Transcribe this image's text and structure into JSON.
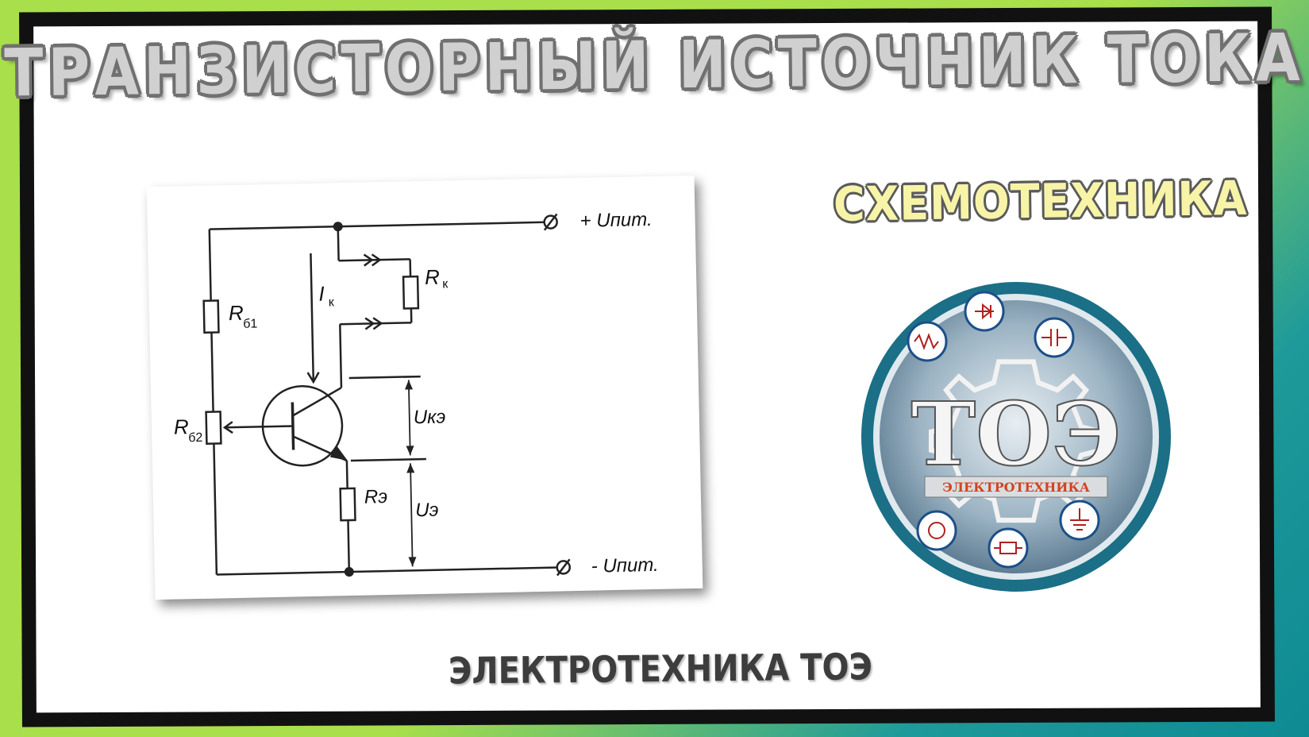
{
  "title": "ТРАНЗИСТОРНЫЙ ИСТОЧНИК ТОКА",
  "subtitle": "СХЕМОТЕХНИКА",
  "footer": "ЭЛЕКТРОТЕХНИКА ТОЭ",
  "colors": {
    "green_bg": "#a9df4a",
    "teal_bg": "#1e9a9a",
    "logo_ring": "#1b6f86"
  },
  "diagram": {
    "supply_pos": "+ Uпит.",
    "supply_neg": "- Uпит.",
    "rb1_main": "R",
    "rb1_sub": "б1",
    "rb2_main": "R",
    "rb2_sub": "б2",
    "rk_main": "R",
    "rk_sub": "к",
    "ik_main": "I",
    "ik_sub": "к",
    "re": "Rэ",
    "uke": "Uкэ",
    "ue": "Uэ"
  },
  "logo": {
    "main_text": "ТОЭ",
    "ribbon_text": "ЭЛЕКТРОТЕХНИКА",
    "icons": [
      "resistor-wave-icon",
      "diode-icon",
      "capacitor-icon",
      "ground-icon",
      "resistor-icon",
      "motor-icon"
    ]
  }
}
